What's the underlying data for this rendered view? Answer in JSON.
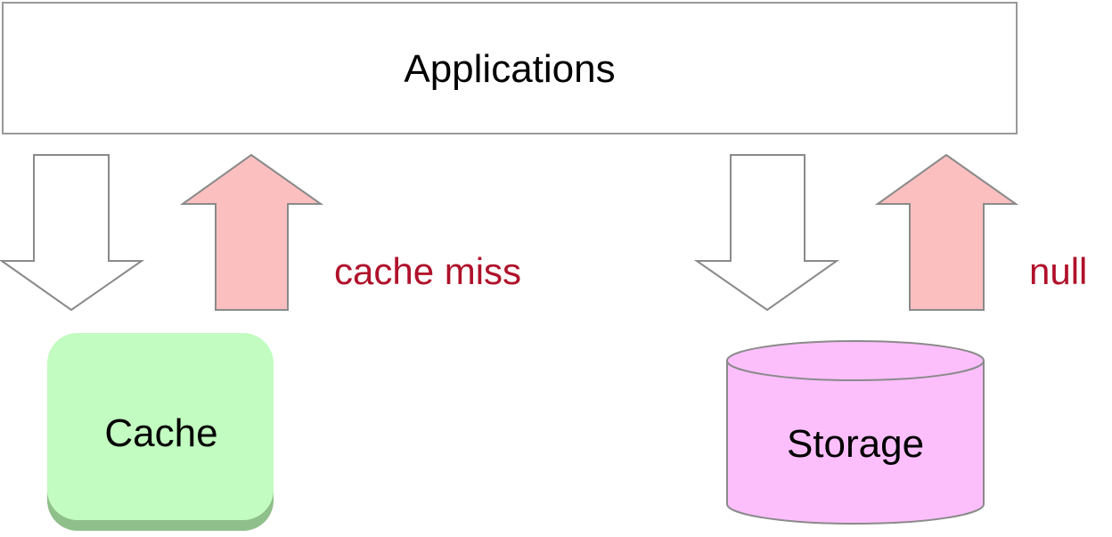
{
  "applications": {
    "label": "Applications"
  },
  "cache": {
    "label": "Cache",
    "color": "#c2fcc0",
    "shadow_color": "#8fbf8a"
  },
  "storage": {
    "label": "Storage",
    "color": "#fcbffc"
  },
  "annotations": {
    "cache_miss": "cache miss",
    "null": "null",
    "color": "#b0112b"
  },
  "arrows": {
    "request_color": "#ffffff",
    "response_color": "#fcbfbf",
    "outline_color": "#8a8a8a"
  }
}
